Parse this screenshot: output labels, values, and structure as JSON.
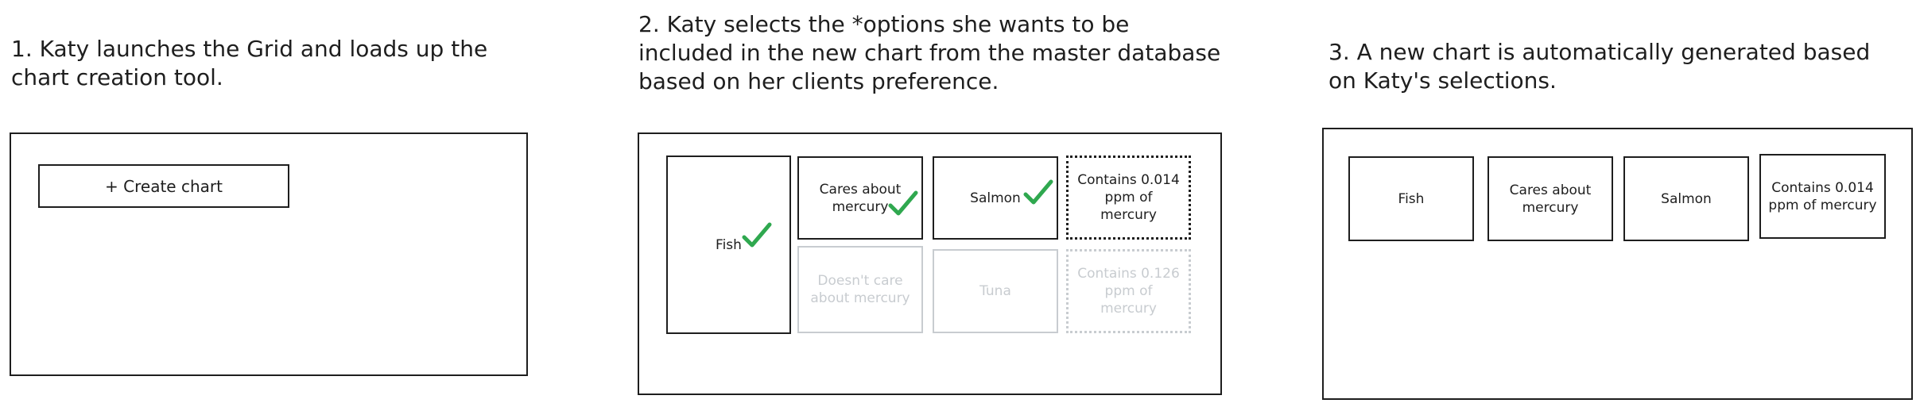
{
  "step1": {
    "caption": "1. Katy launches the Grid and loads up the\nchart creation tool.",
    "create_button": "+ Create chart"
  },
  "step2": {
    "caption": "2. Katy selects the *options she wants to be\nincluded in the new chart from the master database\nbased on her clients preference.",
    "cards": {
      "fish": "Fish",
      "cares": "Cares about\nmercury",
      "salmon": "Salmon",
      "contains_014": "Contains 0.014\nppm of mercury",
      "doesnt_care": "Doesn't care\nabout mercury",
      "tuna": "Tuna",
      "contains_126": "Contains 0.126\nppm of mercury"
    }
  },
  "step3": {
    "caption": "3. A new chart is automatically generated based\non Katy's selections.",
    "cards": {
      "fish": "Fish",
      "cares": "Cares about\nmercury",
      "salmon": "Salmon",
      "contains_014": "Contains 0.014\nppm of mercury"
    }
  },
  "colors": {
    "stroke": "#1e1e1e",
    "check": "#2fa84f",
    "faded": "#c8ccd0"
  },
  "icons": {
    "selected": "checkmark-icon"
  }
}
